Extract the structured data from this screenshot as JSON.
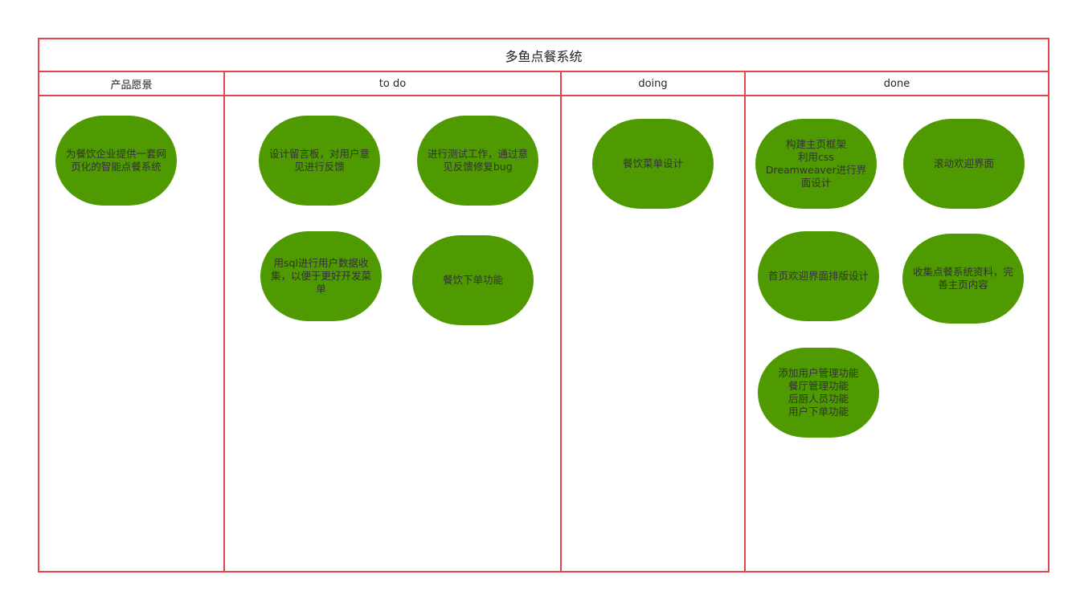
{
  "board": {
    "title": "多鱼点餐系统",
    "border_color": "#e0474c",
    "card_color": "#4e9a00",
    "columns": [
      {
        "header": "产品愿景",
        "cards": [
          {
            "text": "为餐饮企业提供一套网页化的智能点餐系统"
          }
        ]
      },
      {
        "header": "to do",
        "cards": [
          {
            "text": "设计留言板，对用户意见进行反馈"
          },
          {
            "text": "进行测试工作，通过意见反馈修复bug"
          },
          {
            "text": "用sql进行用户数据收集，以便于更好开发菜单"
          },
          {
            "text": "餐饮下单功能"
          }
        ]
      },
      {
        "header": "doing",
        "cards": [
          {
            "text": "餐饮菜单设计"
          }
        ]
      },
      {
        "header": "done",
        "cards": [
          {
            "text": "构建主页框架\n利用css\nDreamweaver进行界面设计"
          },
          {
            "text": "滚动欢迎界面"
          },
          {
            "text": "首页欢迎界面排版设计"
          },
          {
            "text": "收集点餐系统资料，完善主页内容"
          },
          {
            "text": "添加用户管理功能\n餐厅管理功能\n后厨人员功能\n用户下单功能"
          }
        ]
      }
    ]
  }
}
